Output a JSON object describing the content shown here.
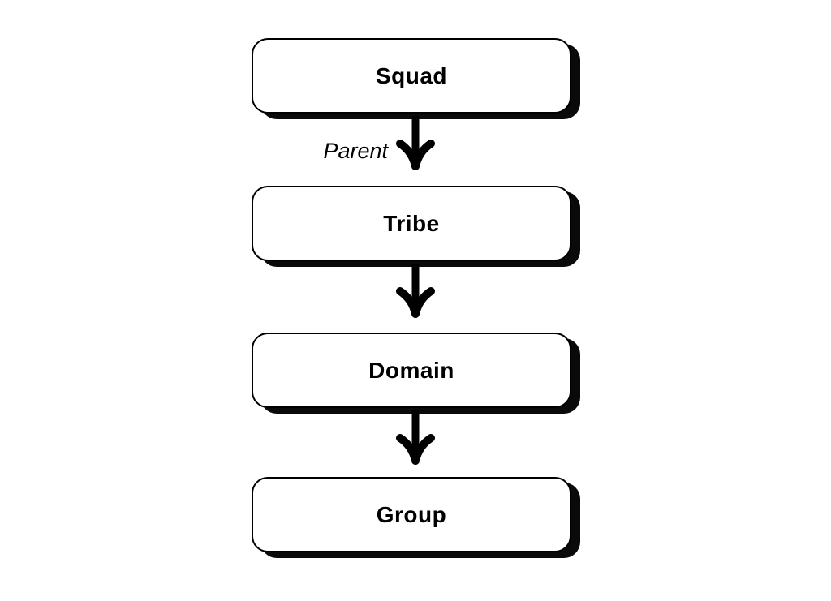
{
  "diagram": {
    "nodes": [
      {
        "label": "Squad"
      },
      {
        "label": "Tribe"
      },
      {
        "label": "Domain"
      },
      {
        "label": "Group"
      }
    ],
    "edges": [
      {
        "label": "Parent"
      },
      {
        "label": ""
      },
      {
        "label": ""
      }
    ],
    "colors": {
      "background": "#ffffff",
      "box_fill": "#ffffff",
      "box_border": "#000000",
      "box_shadow": "#0a0a0a",
      "text": "#000000",
      "arrow": "#000000"
    }
  }
}
